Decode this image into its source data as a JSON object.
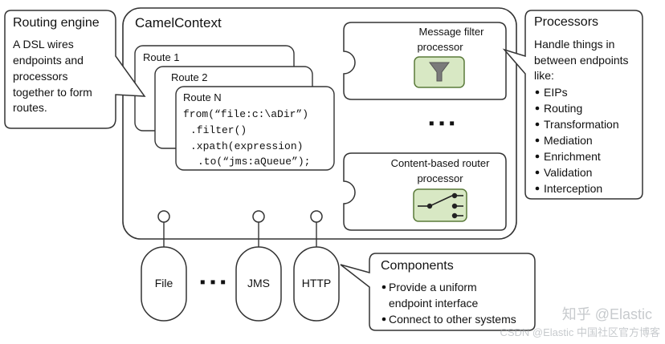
{
  "routing_engine": {
    "title": "Routing engine",
    "lines": [
      "A DSL wires",
      "endpoints and",
      "processors",
      "together to form",
      "routes."
    ]
  },
  "camel_context": {
    "title": "CamelContext"
  },
  "routes": {
    "route1": "Route 1",
    "route2": "Route 2",
    "routeN": "Route N",
    "code": [
      "from(“file:c:\\aDir”)",
      ".filter()",
      ".xpath(expression)",
      ".to(“jms:aQueue”);"
    ]
  },
  "message_filter": {
    "lines": [
      "Message filter",
      "processor"
    ]
  },
  "ellipsis": "▪ ▪ ▪",
  "content_router": {
    "lines": [
      "Content-based router",
      "processor"
    ]
  },
  "processors": {
    "title": "Processors",
    "intro": [
      "Handle things in",
      "between endpoints",
      "like:"
    ],
    "items": [
      "EIPs",
      "Routing",
      "Transformation",
      "Mediation",
      "Enrichment",
      "Validation",
      "Interception"
    ]
  },
  "endpoints": {
    "file": "File",
    "jms": "JMS",
    "http": "HTTP"
  },
  "components": {
    "title": "Components",
    "items": [
      "Provide a uniform",
      "endpoint interface",
      "Connect to other systems"
    ]
  },
  "watermark": {
    "main": "知乎 @Elastic",
    "sub": "CSDN @Elastic 中国社区官方博客"
  },
  "colors": {
    "outline": "#333333",
    "icon_fill": "#d8e8c4",
    "icon_stroke": "#5a7a3a"
  }
}
